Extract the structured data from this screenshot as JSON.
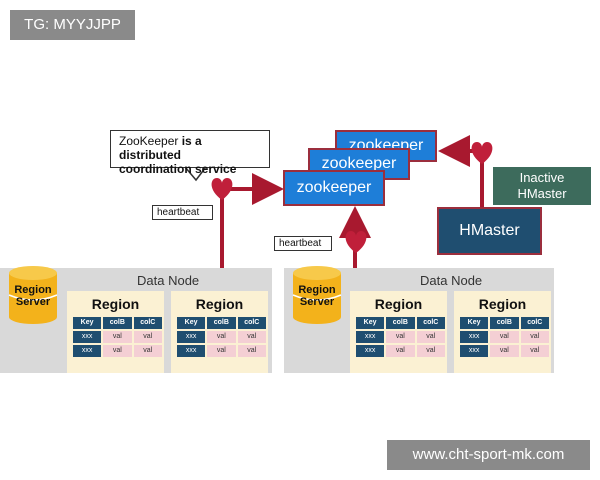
{
  "watermark_top": "TG: MYYJJPP",
  "watermark_bottom": "www.cht-sport-mk.com",
  "callout": {
    "strong": "ZooKeeper",
    "rest1": " is a distributed",
    "line2": "coordination service"
  },
  "zookeepers": [
    "zookeeper",
    "zookeeper",
    "zookeeper"
  ],
  "hmaster": "HMaster",
  "inactive_hmaster": {
    "line1": "Inactive",
    "line2": "HMaster"
  },
  "heartbeat": "heartbeat",
  "data_nodes": [
    {
      "label": "Data Node",
      "region_server": {
        "line1": "Region",
        "line2": "Server"
      },
      "regions": [
        {
          "title": "Region",
          "columns": [
            "Key",
            "colB",
            "colC"
          ],
          "rows": [
            [
              "xxx",
              "val",
              "val"
            ],
            [
              "xxx",
              "val",
              "val"
            ]
          ]
        },
        {
          "title": "Region",
          "columns": [
            "Key",
            "colB",
            "colC"
          ],
          "rows": [
            [
              "xxx",
              "val",
              "val"
            ],
            [
              "xxx",
              "val",
              "val"
            ]
          ]
        }
      ]
    },
    {
      "label": "Data Node",
      "region_server": {
        "line1": "Region",
        "line2": "Server"
      },
      "regions": [
        {
          "title": "Region",
          "columns": [
            "Key",
            "colB",
            "colC"
          ],
          "rows": [
            [
              "xxx",
              "val",
              "val"
            ],
            [
              "xxx",
              "val",
              "val"
            ]
          ]
        },
        {
          "title": "Region",
          "columns": [
            "Key",
            "colB",
            "colC"
          ],
          "rows": [
            [
              "xxx",
              "val",
              "val"
            ],
            [
              "xxx",
              "val",
              "val"
            ]
          ]
        }
      ]
    }
  ],
  "colors": {
    "zookeeper": "#1e7ed8",
    "hmaster": "#1f4e70",
    "inactive": "#3d6b5c",
    "arrow": "#a8192f",
    "datanode": "#d9d9d9",
    "region": "#fbf1d3",
    "cylinder": "#f3b21b"
  }
}
